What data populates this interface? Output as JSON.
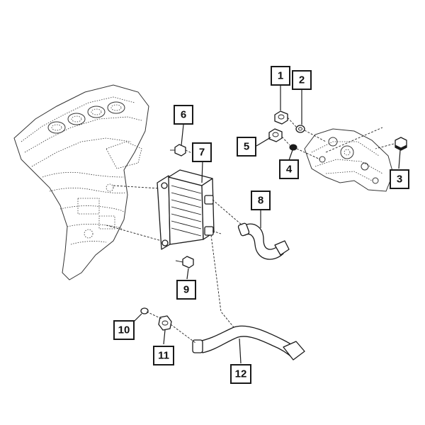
{
  "callouts": [
    {
      "id": "1",
      "label": "1"
    },
    {
      "id": "2",
      "label": "2"
    },
    {
      "id": "3",
      "label": "3"
    },
    {
      "id": "4",
      "label": "4"
    },
    {
      "id": "5",
      "label": "5"
    },
    {
      "id": "6",
      "label": "6"
    },
    {
      "id": "7",
      "label": "7"
    },
    {
      "id": "8",
      "label": "8"
    },
    {
      "id": "9",
      "label": "9"
    },
    {
      "id": "10",
      "label": "10"
    },
    {
      "id": "11",
      "label": "11"
    },
    {
      "id": "12",
      "label": "12"
    }
  ],
  "colors": {
    "ink": "#1a1a1a",
    "background": "#ffffff"
  }
}
